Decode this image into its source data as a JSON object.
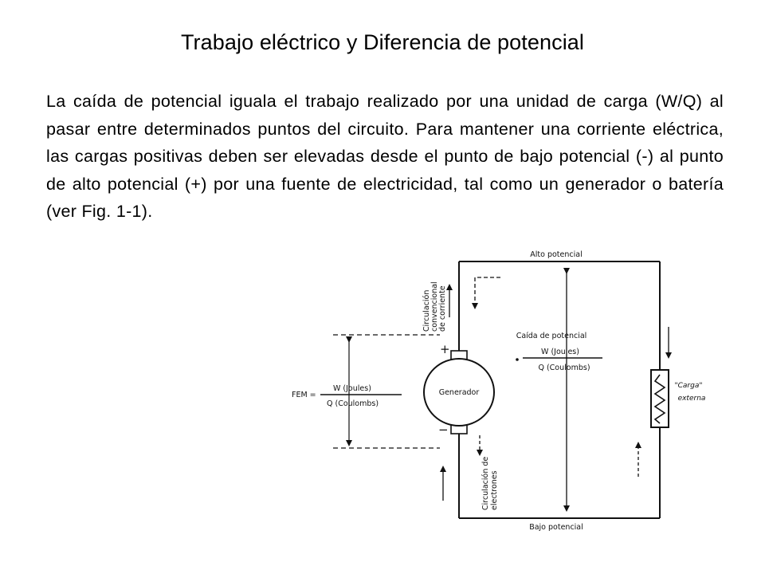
{
  "slide": {
    "title": "Trabajo eléctrico y Diferencia de potencial",
    "paragraph": "La caída de potencial iguala el trabajo realizado por una unidad de carga (W/Q) al pasar entre determinados puntos del circuito. Para mantener una corriente eléctrica, las cargas positivas deben ser elevadas desde el punto de bajo potencial (-) al punto de alto potencial (+) por una fuente de electricidad, tal como un generador o batería (ver Fig. 1-1)."
  },
  "figure": {
    "top_label": "Alto potencial",
    "bottom_label": "Bajo potencial",
    "generator_label": "Generador",
    "plus_sign": "+",
    "minus_sign": "−",
    "conventional_flow": [
      "Circulación",
      "convencional",
      "de corriente"
    ],
    "electron_flow": [
      "Circulación de",
      "electrones"
    ],
    "potential_drop": {
      "title": "Caída de potencial",
      "numerator": "W (Joules)",
      "denominator": "Q (Coulombs)"
    },
    "fem": {
      "label": "FEM =",
      "numerator": "W (Joules)",
      "denominator": "Q (Coulombs)"
    },
    "load": [
      "\"Carga\"",
      "externa"
    ]
  }
}
